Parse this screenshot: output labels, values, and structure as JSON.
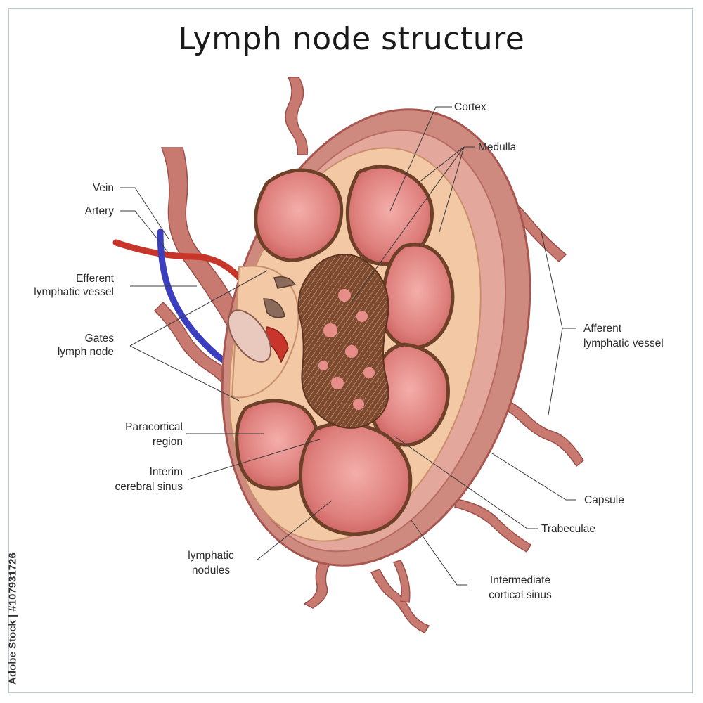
{
  "title": "Lymph node structure",
  "labels": {
    "cortex": "Cortex",
    "medulla": "Medulla",
    "vein": "Vein",
    "artery": "Artery",
    "efferent_1": "Efferent",
    "efferent_2": "lymphatic vessel",
    "gates_1": "Gates",
    "gates_2": "lymph node",
    "afferent_1": "Afferent",
    "afferent_2": "lymphatic vessel",
    "paracortical_1": "Paracortical",
    "paracortical_2": "region",
    "interim_1": "Interim",
    "interim_2": "cerebral sinus",
    "capsule": "Capsule",
    "trabeculae": "Trabeculae",
    "nodules_1": "lymphatic",
    "nodules_2": "nodules",
    "intermediate_1": "Intermediate",
    "intermediate_2": "cortical sinus"
  },
  "stock_id": "Adobe Stock | #107931726",
  "colors": {
    "capsule": "#cf8a80",
    "capsule_edge": "#b05c56",
    "cortex": "#f2c9a4",
    "nodule": "#dd7a78",
    "nodule_light": "#f0a6a2",
    "medulla": "#8a5a3c",
    "vein": "#3b3fbf",
    "artery": "#c8352a",
    "vessel": "#c97a70"
  }
}
